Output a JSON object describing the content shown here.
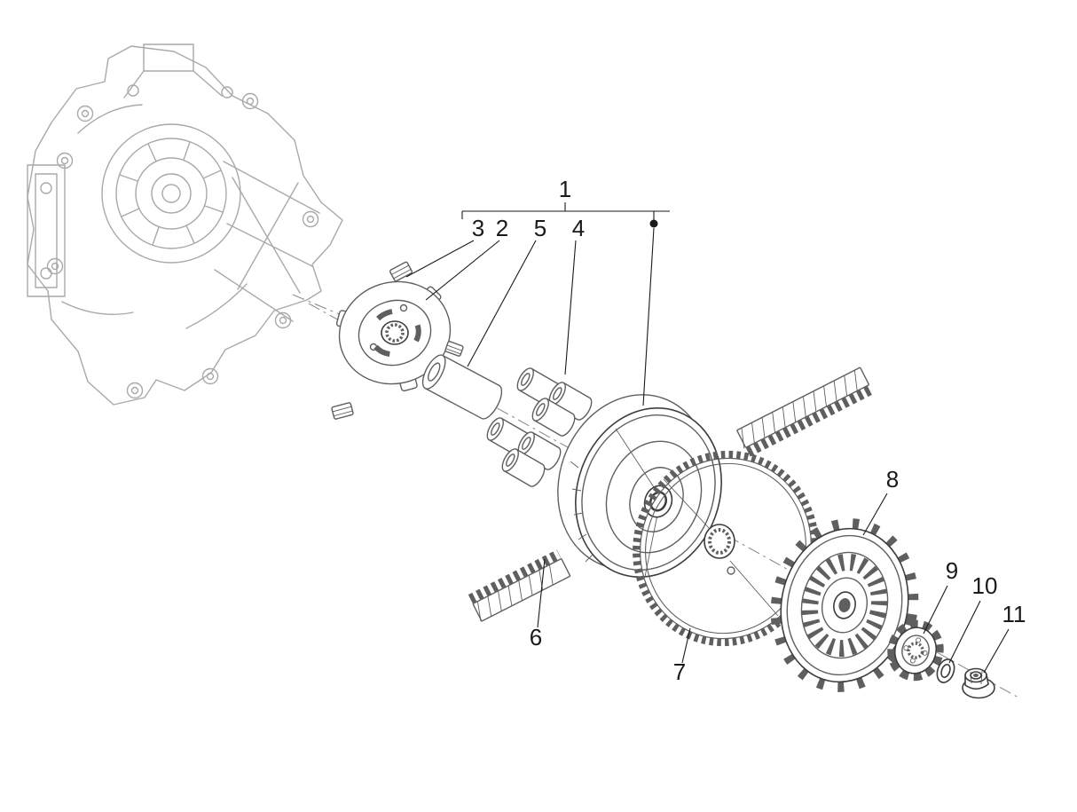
{
  "colors": {
    "bg": "#ffffff",
    "ink-faded": "#a9a9a9",
    "ink-part": "#5f5f5f",
    "ink-dark": "#3d3d3d",
    "ink-axis": "#8e8e8e",
    "ink-callout": "#1a1a1a"
  },
  "diagram": {
    "callouts": [
      {
        "label": "1"
      },
      {
        "label": "3"
      },
      {
        "label": "2"
      },
      {
        "label": "5"
      },
      {
        "label": "4"
      },
      {
        "label": "6"
      },
      {
        "label": "7"
      },
      {
        "label": "8"
      },
      {
        "label": "9"
      },
      {
        "label": "10"
      },
      {
        "label": "11"
      }
    ]
  }
}
